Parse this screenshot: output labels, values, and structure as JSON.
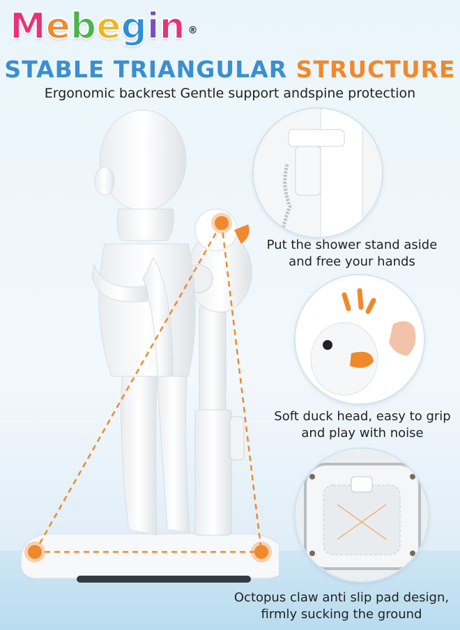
{
  "brand": {
    "letters": [
      "M",
      "e",
      "b",
      "e",
      "g",
      "i",
      "n"
    ],
    "letter_colors": [
      "#e8327a",
      "#f0892c",
      "#4ab54a",
      "#f2b51c",
      "#2d8fd6",
      "#7a4fc0",
      "#e8327a"
    ],
    "registered": "®"
  },
  "headline": {
    "part1": "STABLE TRIANGULAR",
    "part2": "STRUCTURE",
    "color1": "#3b8fd1",
    "color2": "#f0892c"
  },
  "subtitle": "Ergonomic backrest Gentle support andspine protection",
  "features": [
    {
      "line1": "Put the shower stand aside",
      "line2": "and free your hands",
      "icon": "shower-stand-detail"
    },
    {
      "line1": "Soft duck head, easy to grip",
      "line2": "and play with noise",
      "icon": "duck-head-detail"
    },
    {
      "line1": "Octopus claw anti slip pad design,",
      "line2": "firmly sucking the ground",
      "icon": "suction-base-detail"
    }
  ],
  "colors": {
    "accent": "#f0892c",
    "product": "#ffffff",
    "background": "#eaf5fb"
  }
}
